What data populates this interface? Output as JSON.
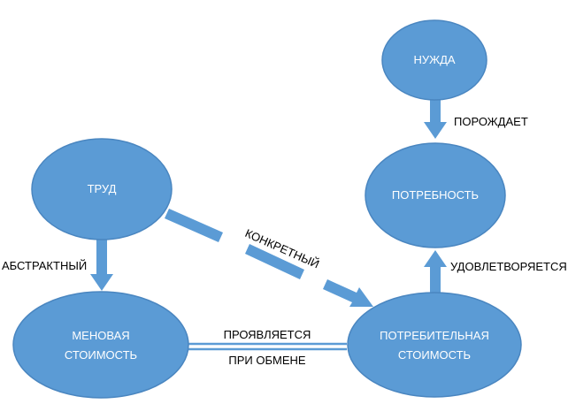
{
  "diagram": {
    "nodes": {
      "need": "НУЖДА",
      "need_state": "ПОТРЕБНОСТЬ",
      "labor": "ТРУД",
      "exchange_value_line1": "МЕНОВАЯ",
      "exchange_value_line2": "СТОИМОСТЬ",
      "use_value_line1": "ПОТРЕБИТЕЛЬНАЯ",
      "use_value_line2": "СТОИМОСТЬ"
    },
    "edges": {
      "generates": "ПОРОЖДАЕТ",
      "satisfies": "УДОВЛЕТВОРЯЕТСЯ",
      "abstract": "АБСТРАКТНЫЙ",
      "concrete": "КОНКРЕТНЫЙ",
      "manifests_line1": "ПРОЯВЛЯЕТСЯ",
      "manifests_line2": "ПРИ ОБМЕНЕ"
    },
    "colors": {
      "node_fill": "#5b9bd5",
      "node_stroke": "#4a86c0",
      "node_text": "#ffffff"
    }
  }
}
